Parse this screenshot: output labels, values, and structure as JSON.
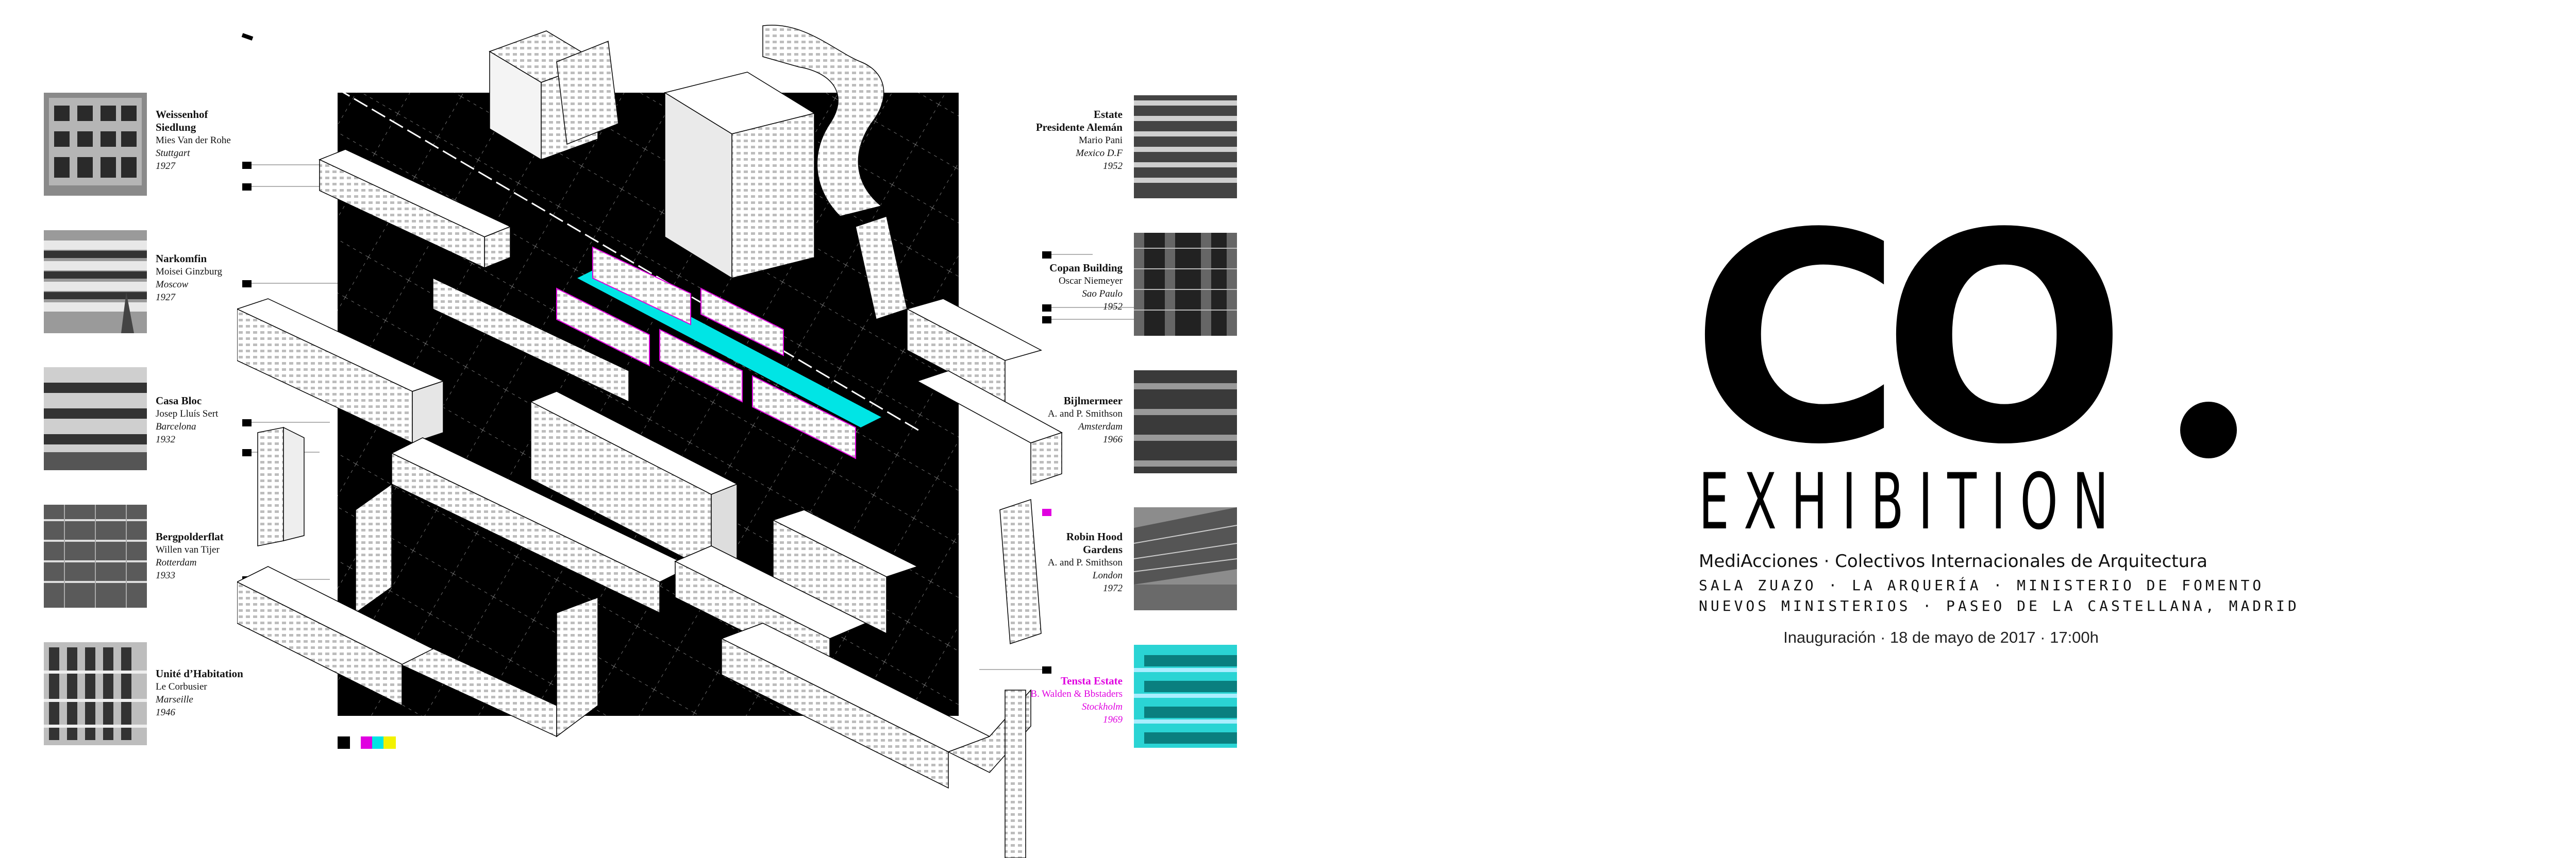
{
  "projects_left": [
    {
      "title_lines": [
        "Weissenhof",
        "Siedlung"
      ],
      "architect": "Mies Van der Rohe",
      "city": "Stuttgart",
      "year": "1927"
    },
    {
      "title_lines": [
        "Narkomfin"
      ],
      "architect": "Moisei Ginzburg",
      "city": "Moscow",
      "year": "1927"
    },
    {
      "title_lines": [
        "Casa Bloc"
      ],
      "architect": "Josep Lluís Sert",
      "city": "Barcelona",
      "year": "1932"
    },
    {
      "title_lines": [
        "Bergpolderflat"
      ],
      "architect": "Willen van Tijer",
      "city": "Rotterdam",
      "year": "1933"
    },
    {
      "title_lines": [
        "Unité d’Habitation"
      ],
      "architect": "Le Corbusier",
      "city": "Marseille",
      "year": "1946"
    }
  ],
  "projects_right": [
    {
      "title_lines": [
        "Estate",
        "Presidente Alemán"
      ],
      "architect": "Mario Pani",
      "city": "Mexico D.F",
      "year": "1952"
    },
    {
      "title_lines": [
        "Copan Building"
      ],
      "architect": "Oscar Niemeyer",
      "city": "Sao Paulo",
      "year": "1952"
    },
    {
      "title_lines": [
        "Bijlmermeer"
      ],
      "architect": "A. and P. Smithson",
      "city": "Amsterdam",
      "year": "1966"
    },
    {
      "title_lines": [
        "Robin Hood",
        "Gardens"
      ],
      "architect": "A. and P. Smithson",
      "city": "London",
      "year": "1972"
    },
    {
      "title_lines": [
        "Tensta Estate"
      ],
      "architect": "B. Walden & Bbstaders",
      "city": "Stockholm",
      "year": "1969"
    }
  ],
  "poster": {
    "logo": "CO",
    "headline": "EXHIBITION",
    "subtitle": "MediAcciones · Colectivos Internacionales de Arquitectura",
    "venue_line1": "SALA ZUAZO · LA ARQUERÍA · MINISTERIO DE FOMENTO",
    "venue_line2": "NUEVOS MINISTERIOS · PASEO DE LA CASTELLANA, MADRID",
    "opening": "Inauguración · 18 de mayo de 2017 · 17:00h"
  },
  "colors": {
    "background": "#ffffff",
    "ink": "#000000",
    "accent_cyan": "#00e5e5",
    "accent_magenta": "#e000e0",
    "accent_yellow": "#f2f200"
  }
}
